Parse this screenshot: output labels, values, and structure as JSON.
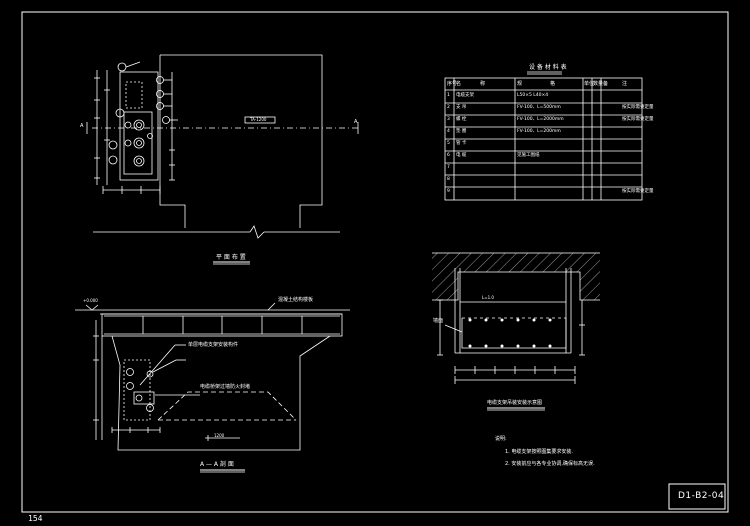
{
  "drawing": {
    "page_number": "154",
    "drawing_code": "D1-B2-04"
  },
  "plan_view": {
    "title": "平 面 布 置",
    "section_mark": "A",
    "tag_label": "TA-1200"
  },
  "section_view": {
    "title": "A — A   剖   面",
    "note_top": "混凝土结构楼板",
    "note_1": "单层电缆支架安装构件",
    "note_2": "电缆桥架过墙防火封堵",
    "level_label": "+0.000",
    "dim_label": "1200"
  },
  "materials_table": {
    "title": "设 备 材 料 表",
    "headers": [
      "序号",
      "名",
      "称",
      "规",
      "格",
      "单位",
      "数量",
      "备",
      "注"
    ],
    "rows": [
      [
        "1",
        "电缆支架",
        "",
        "L50×5  L40×4",
        "",
        "",
        "",
        "",
        ""
      ],
      [
        "2",
        "支  吊",
        "",
        "FV-100、L=500mm",
        "",
        "",
        "",
        "",
        "按实际需要定量"
      ],
      [
        "3",
        "螺  栓",
        "",
        "FV-100、L=2000mm",
        "",
        "",
        "",
        "",
        "按实际需要定量"
      ],
      [
        "4",
        "垫  圈",
        "",
        "FV-100、L=200mm",
        "",
        "",
        "",
        "",
        ""
      ],
      [
        "5",
        "管  卡",
        "",
        "",
        "",
        "",
        "",
        "",
        ""
      ],
      [
        "6",
        "电  缆",
        "",
        "见施工图纸",
        "",
        "",
        "",
        "",
        ""
      ],
      [
        "7",
        "",
        "",
        "",
        "",
        "",
        "",
        "",
        ""
      ],
      [
        "8",
        "",
        "",
        "",
        "",
        "",
        "",
        "",
        ""
      ],
      [
        "9",
        "",
        "",
        "",
        "",
        "",
        "",
        "",
        "按实际需要定量"
      ]
    ]
  },
  "detail_view": {
    "title": "电缆支架吊装安装示意图",
    "dim_label": "L=1.0",
    "side_label": "墙面"
  },
  "notes": {
    "heading": "说明:",
    "line_1": "1. 电缆支架按照图集要求安装.",
    "line_2": "2. 安装前应与各专业协调,确保标高无误."
  }
}
